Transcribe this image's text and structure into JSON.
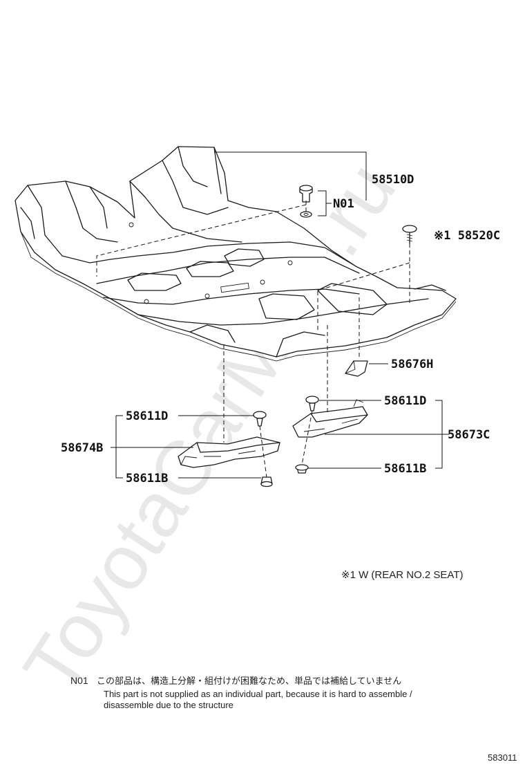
{
  "watermark": "ToyotaCarMine.ru",
  "parts": {
    "carpet": "58510D",
    "n01": "N01",
    "screw_label": "※1 58520C",
    "clip_right": "58676H",
    "left_upper_clip": "58611D",
    "left_tray": "58674B",
    "left_lower_clip": "58611B",
    "right_upper_clip": "58611D",
    "right_tray": "58673C",
    "right_lower_clip": "58611B"
  },
  "footnote": "※1 W (REAR NO.2 SEAT)",
  "note": {
    "code": "N01",
    "jp": "この部品は、構造上分解・組付けが困難なため、単品では補給していません",
    "en_line1": "This part is not supplied as an individual part, because it is hard to assemble /",
    "en_line2": "disassemble due to the structure"
  },
  "diagram_id": "583011"
}
